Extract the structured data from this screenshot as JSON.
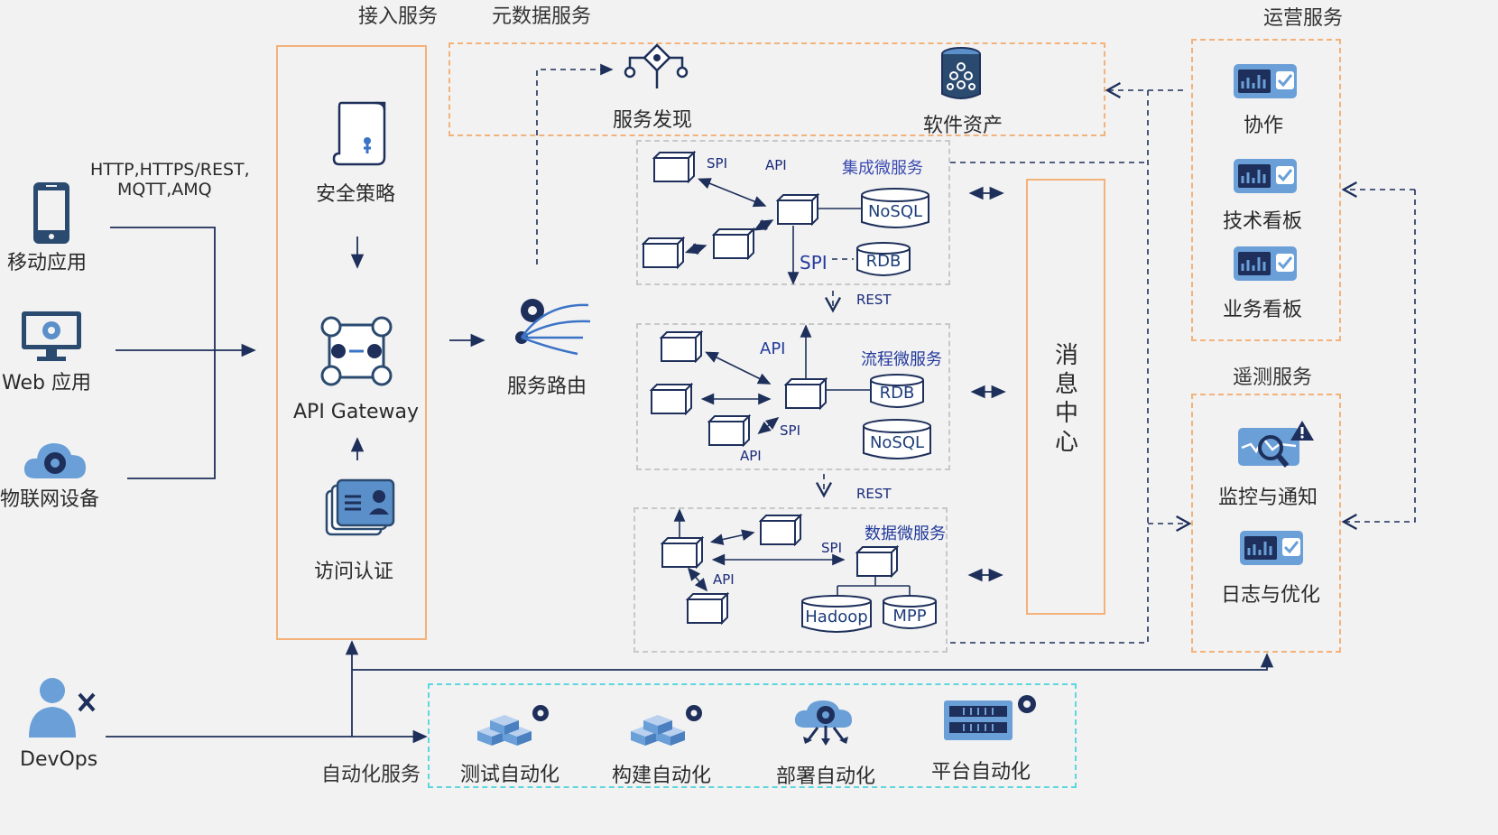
{
  "sections": {
    "access": "接入服务",
    "metadata": "元数据服务",
    "operations": "运营服务",
    "telemetry": "遥测服务",
    "automation": "自动化服务"
  },
  "clients": {
    "protocols_line1": "HTTP,HTTPS/REST,",
    "protocols_line2": "MQTT,AMQ",
    "mobile": "移动应用",
    "web": "Web 应用",
    "iot": "物联网设备",
    "devops": "DevOps"
  },
  "gateway": {
    "security": "安全策略",
    "api_gateway": "API Gateway",
    "auth": "访问认证"
  },
  "metadata": {
    "discovery": "服务发现",
    "assets": "软件资产"
  },
  "routing": "服务路由",
  "integration": {
    "title": "集成微服务",
    "spi": "SPI",
    "api": "API",
    "spi_big": "SPI",
    "nosql": "NoSQL",
    "rdb": "RDB"
  },
  "rest1": "REST",
  "process": {
    "title": "流程微服务",
    "api": "API",
    "spi": "SPI",
    "api2": "API",
    "rdb": "RDB",
    "nosql": "NoSQL"
  },
  "rest2": "REST",
  "data": {
    "title": "数据微服务",
    "spi": "SPI",
    "api": "API",
    "hadoop": "Hadoop",
    "mpp": "MPP"
  },
  "message_center": [
    "消",
    "息",
    "中",
    "心"
  ],
  "ops_items": [
    "协作",
    "技术看板",
    "业务看板"
  ],
  "telemetry_items": [
    "监控与通知",
    "日志与优化"
  ],
  "automation_items": [
    "测试自动化",
    "构建自动化",
    "部署自动化",
    "平台自动化"
  ],
  "colors": {
    "accent": "#2b4a6f",
    "orange": "#f3b27a",
    "cyan": "#5cd6e0",
    "blue_text": "#233a9c"
  }
}
